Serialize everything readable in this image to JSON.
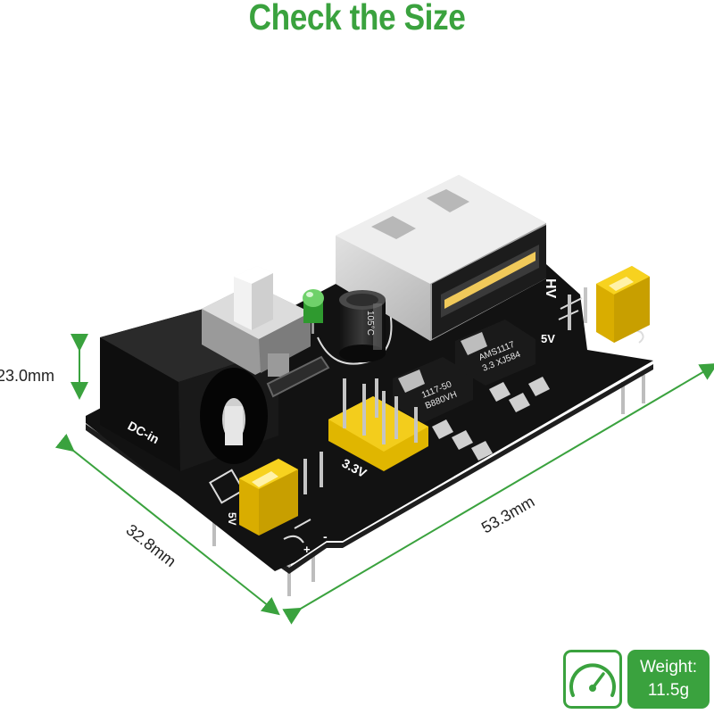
{
  "title": "Check the Size",
  "dimensions": {
    "height": "23.0mm",
    "width": "32.8mm",
    "length": "53.3mm"
  },
  "weight": {
    "label": "Weight:",
    "value": "11.5g"
  },
  "icons": {
    "weight": "gauge-icon"
  },
  "board": {
    "dc_label": "DC-in",
    "rail_label_3v3": "3.3V",
    "rail_label_5v": "5V",
    "rail_label_5v_left": "5V",
    "plus": "+",
    "minus": "-",
    "regulator1_line1": "1117-50",
    "regulator1_line2": "B880VH",
    "regulator2_line1": "AMS1117",
    "regulator2_line2": "3.3 XJ584",
    "capacitor_text": "105°C"
  },
  "colors": {
    "accent": "#3aa23e",
    "pcb": "#111111",
    "jumper": "#f2c400"
  }
}
